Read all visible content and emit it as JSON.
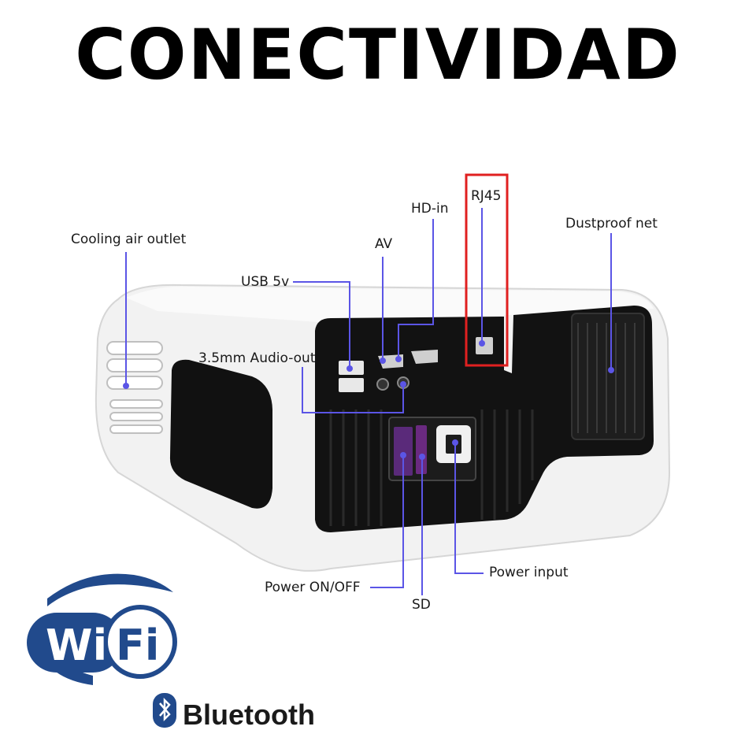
{
  "title": "CONECTIVIDAD",
  "labels": {
    "cooling": "Cooling air outlet",
    "usb": "USB 5v",
    "av": "AV",
    "hdin": "HD-in",
    "rj45": "RJ45",
    "dustproof": "Dustproof net",
    "audio": "3.5mm  Audio-out",
    "power_switch": "Power ON/OFF",
    "sd": "SD",
    "power_input": "Power input"
  },
  "logos": {
    "wifi_left": "Wi",
    "wifi_right": "Fi",
    "bluetooth": "Bluetooth"
  },
  "colors": {
    "leader": "#5b55e6",
    "highlight_box": "#e02020",
    "wifi_blue": "#214a8c",
    "body_white": "#f2f2f2",
    "panel_black": "#111111"
  },
  "icons": [
    "bluetooth-icon",
    "wifi-logo"
  ]
}
